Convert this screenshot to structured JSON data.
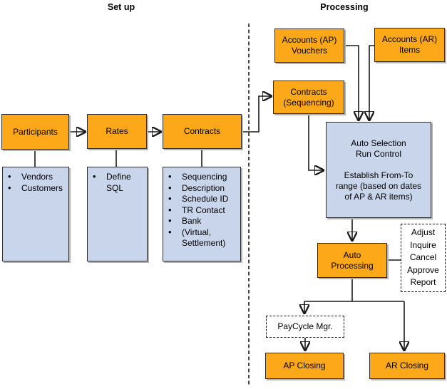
{
  "colors": {
    "orange": "#FCA818",
    "blue": "#C9D5EA"
  },
  "titles": {
    "setup": "Set up",
    "processing": "Processing"
  },
  "setup": {
    "participants": {
      "label": "Participants",
      "items": [
        "Vendors",
        "Customers"
      ]
    },
    "rates": {
      "label": "Rates",
      "items": [
        "Define\nSQL"
      ]
    },
    "contracts": {
      "label": "Contracts",
      "items": [
        "Sequencing",
        "Description",
        "Schedule ID",
        "TR Contact",
        "Bank",
        "(Virtual,\nSettlement)"
      ]
    }
  },
  "processing": {
    "ap_vouchers": "Accounts (AP)\nVouchers",
    "ar_items": "Accounts (AR)\nItems",
    "contracts_sequencing": "Contracts\n(Sequencing)",
    "auto_selection": {
      "title": "Auto Selection\nRun Control",
      "body": "Establish From-To\nrange (based on dates\nof AP & AR items)"
    },
    "auto_processing": "Auto\nProcessing",
    "adjust_panel": "Adjust\nInquire\nCancel\nApprove\nReport",
    "paycycle": "PayCycle Mgr.",
    "ap_closing": "AP Closing",
    "ar_closing": "AR Closing"
  }
}
